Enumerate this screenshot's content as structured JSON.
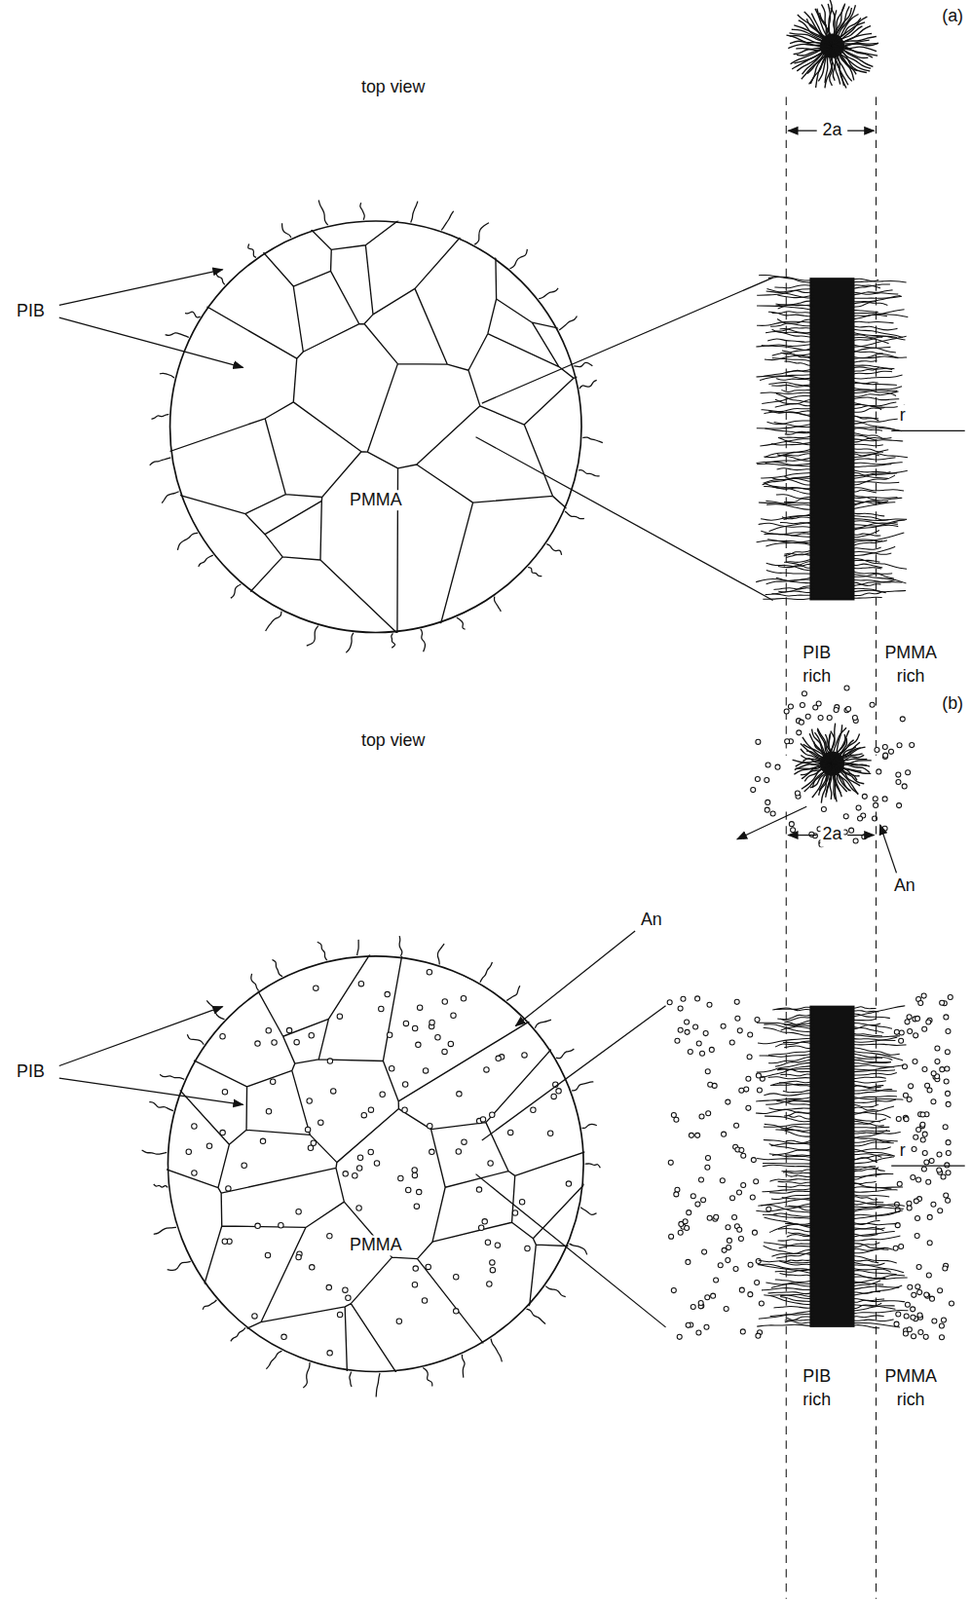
{
  "diagram": {
    "nodes": [
      {
        "text": [
          "PMMA"
        ]
      },
      {
        "text": [
          "PMMA"
        ]
      }
    ],
    "labels": [
      "(a)",
      "top view",
      "PIB",
      "2a",
      "r",
      "PIB rich",
      "PMMA rich",
      "(b)",
      "top view",
      "PIB",
      "An",
      "An",
      "2a",
      "r",
      "PIB rich",
      "PMMA rich"
    ]
  }
}
